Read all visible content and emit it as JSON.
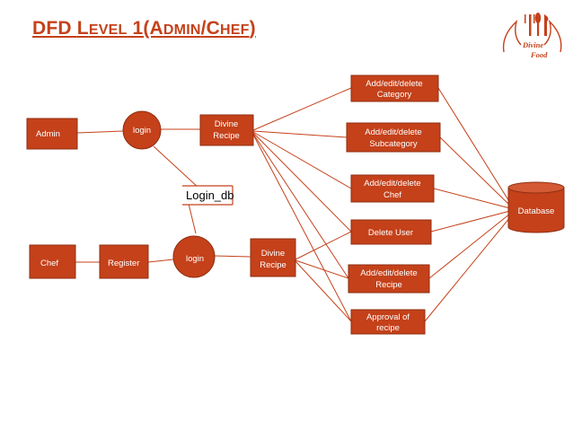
{
  "title": {
    "part1": "DFD ",
    "part2": "L",
    "part3": "EVEL",
    "part4": " 1(A",
    "part5": "DMIN",
    "part6": "/C",
    "part7": "HEF",
    "part8": ")"
  },
  "logo": {
    "line1": "Divine",
    "line2": "Food"
  },
  "nodes": {
    "admin": "Admin",
    "admin_login": "login",
    "admin_recipe_line1": "Divine",
    "admin_recipe_line2": "Recipe",
    "login_db": "Login_db",
    "chef": "Chef",
    "register": "Register",
    "chef_login": "login",
    "chef_recipe_line1": "Divine",
    "chef_recipe_line2": "Recipe",
    "op_category_line1": "Add/edit/delete",
    "op_category_line2": "Category",
    "op_subcategory_line1": "Add/edit/delete",
    "op_subcategory_line2": "Subcategory",
    "op_chef_line1": "Add/edit/delete",
    "op_chef_line2": "Chef",
    "op_delete_user": "Delete User",
    "op_recipe_line1": "Add/edit/delete",
    "op_recipe_line2": "Recipe",
    "op_approval_line1": "Approval of",
    "op_approval_line2": "recipe",
    "database": "Database"
  },
  "colors": {
    "node_fill": "#c4411a",
    "node_stroke": "#8f2e12",
    "line": "#c4411a",
    "title": "#c4411a"
  }
}
